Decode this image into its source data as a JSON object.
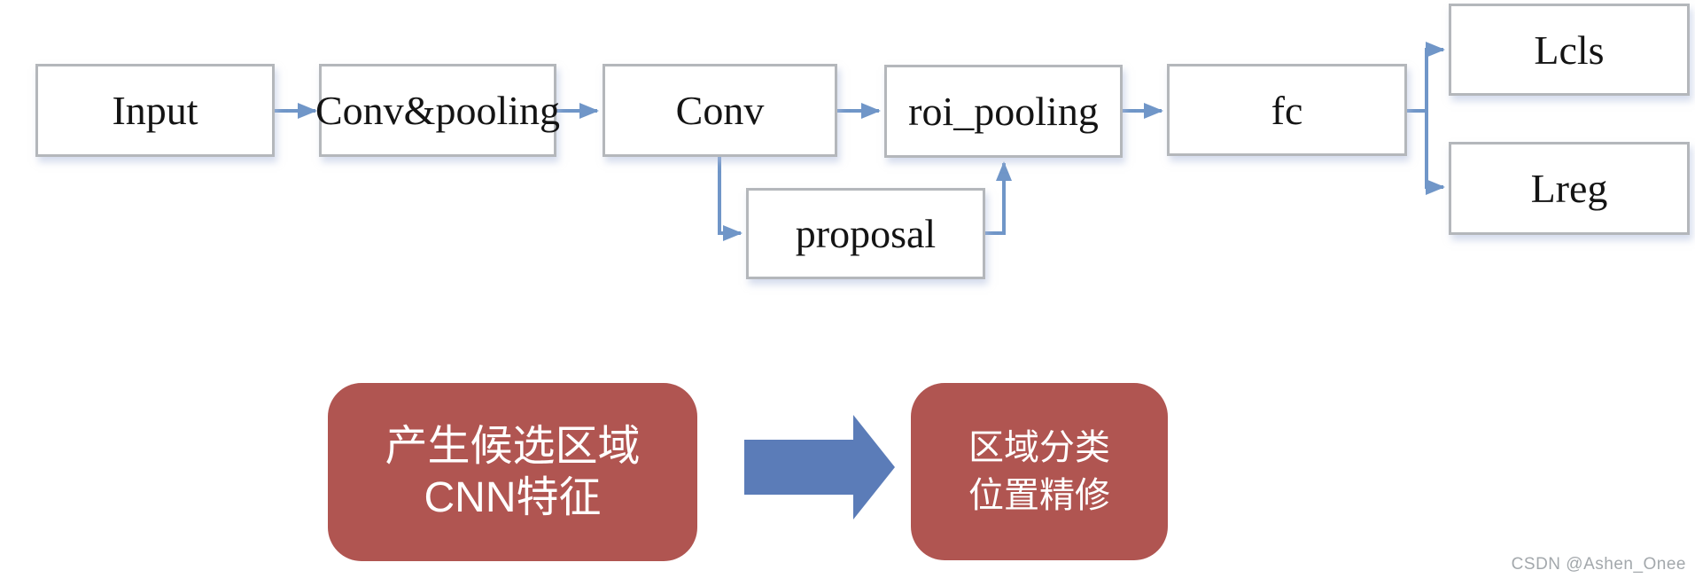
{
  "nodes": {
    "input": {
      "label": "Input"
    },
    "conv_pooling": {
      "label": "Conv&pooling"
    },
    "conv": {
      "label": "Conv"
    },
    "roi_pooling": {
      "label": "roi_pooling"
    },
    "fc": {
      "label": "fc"
    },
    "lcls": {
      "label": "Lcls"
    },
    "lreg": {
      "label": "Lreg"
    },
    "proposal": {
      "label": "proposal"
    }
  },
  "connections": [
    {
      "from": "input",
      "to": "conv_pooling"
    },
    {
      "from": "conv_pooling",
      "to": "conv"
    },
    {
      "from": "conv",
      "to": "roi_pooling"
    },
    {
      "from": "conv",
      "to": "proposal"
    },
    {
      "from": "proposal",
      "to": "roi_pooling"
    },
    {
      "from": "roi_pooling",
      "to": "fc"
    },
    {
      "from": "fc",
      "to": "lcls"
    },
    {
      "from": "fc",
      "to": "lreg"
    },
    {
      "from": "stage1",
      "to": "stage2"
    }
  ],
  "stages": {
    "stage1": {
      "line1": "产生候选区域",
      "line2": "CNN特征"
    },
    "stage2": {
      "line1": "区域分类",
      "line2": "位置精修"
    }
  },
  "colors": {
    "connector_blue": "#7096c8",
    "big_arrow_blue": "#5b7cb8",
    "stage_red": "#b05551",
    "node_border_gray": "#b4b7bb",
    "node_text_black": "#141414",
    "stage_text_white": "#ffffff",
    "watermark_gray": "#a3a8ac"
  },
  "watermark": {
    "text": "CSDN @Ashen_Onee"
  }
}
